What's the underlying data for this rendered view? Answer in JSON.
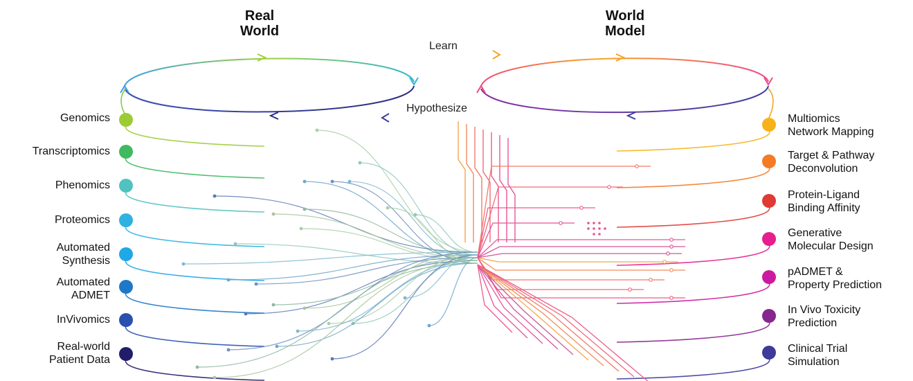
{
  "titles": {
    "real_world": [
      "Real",
      "World"
    ],
    "world_model": [
      "World",
      "Model"
    ]
  },
  "arrows": {
    "learn": "Learn",
    "hypothesize": "Hypothesize"
  },
  "left_items": [
    {
      "lines": [
        "Genomics"
      ],
      "color": "#9bcc34"
    },
    {
      "lines": [
        "Transcriptomics"
      ],
      "color": "#3fba5f"
    },
    {
      "lines": [
        "Phenomics"
      ],
      "color": "#50c2c0"
    },
    {
      "lines": [
        "Proteomics"
      ],
      "color": "#2fb2e0"
    },
    {
      "lines": [
        "Automated",
        "Synthesis"
      ],
      "color": "#1fa8e6"
    },
    {
      "lines": [
        "Automated",
        "ADMET"
      ],
      "color": "#1d78c8"
    },
    {
      "lines": [
        "InVivomics"
      ],
      "color": "#2a4fad"
    },
    {
      "lines": [
        "Real-world",
        "Patient Data"
      ],
      "color": "#221d6b"
    }
  ],
  "right_items": [
    {
      "lines": [
        "Multiomics",
        "Network Mapping"
      ],
      "color": "#f7b21a"
    },
    {
      "lines": [
        "Target & Pathway",
        "Deconvolution"
      ],
      "color": "#f47a26"
    },
    {
      "lines": [
        "Protein-Ligand",
        "Binding Affinity"
      ],
      "color": "#df3a33"
    },
    {
      "lines": [
        "Generative",
        "Molecular Design"
      ],
      "color": "#e61e8e"
    },
    {
      "lines": [
        "pADMET &",
        "Property Prediction"
      ],
      "color": "#cc1aa0"
    },
    {
      "lines": [
        "In Vivo Toxicity",
        "Prediction"
      ],
      "color": "#86268f"
    },
    {
      "lines": [
        "Clinical Trial",
        "Simulation"
      ],
      "color": "#3d3a9a"
    }
  ]
}
